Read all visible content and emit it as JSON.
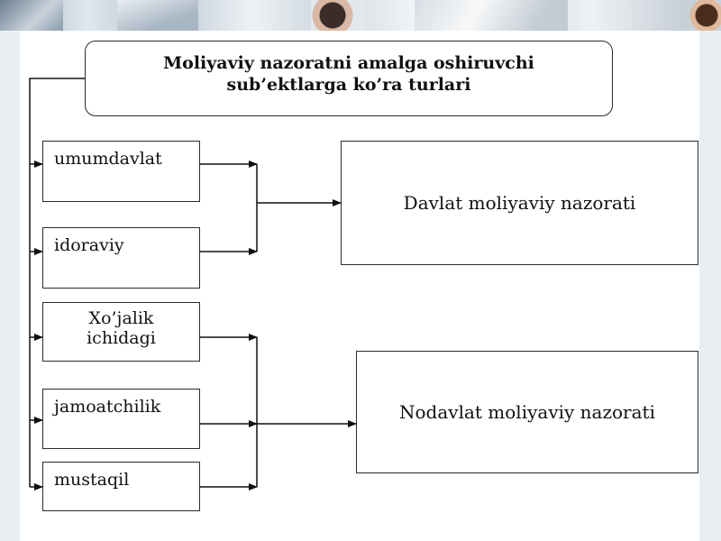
{
  "title": {
    "line1": "Moliyaviy nazoratni amalga oshiruvchi",
    "line2": "sub’ektlarga ko’ra  turlari"
  },
  "sources": [
    {
      "id": "umumdavlat",
      "label": "umumdavlat"
    },
    {
      "id": "idoraviy",
      "label": "idoraviy"
    },
    {
      "id": "xojalik",
      "label_line1": "Xo’jalik",
      "label_line2": "ichidagi"
    },
    {
      "id": "jamoatchilik",
      "label": "jamoatchilik"
    },
    {
      "id": "mustaqil",
      "label": "mustaqil"
    }
  ],
  "targets": {
    "davlat": "Davlat moliyaviy nazorati",
    "nodavlat": "Nodavlat moliyaviy nazorati"
  }
}
